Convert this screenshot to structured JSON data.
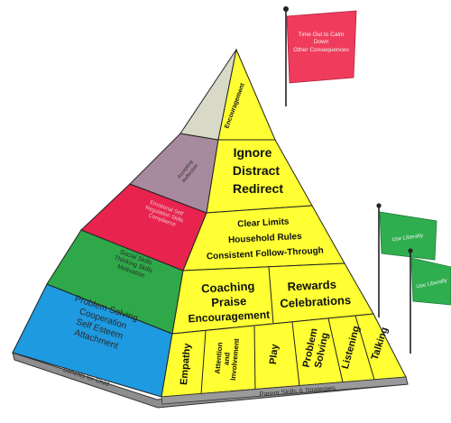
{
  "pyramid": {
    "front": {
      "tier1": {
        "label": "Encouragement"
      },
      "tier2": {
        "line1": "Ignore",
        "line2": "Distract",
        "line3": "Redirect"
      },
      "tier3": {
        "line1": "Clear Limits",
        "line2": "Household Rules",
        "line3": "Consistent Follow-Through"
      },
      "tier4": {
        "left": {
          "line1": "Coaching",
          "line2": "Praise",
          "line3": "Encouragement"
        },
        "right": {
          "line1": "Rewards",
          "line2": "Celebrations"
        }
      },
      "base": {
        "cells": [
          {
            "line1": "Empathy"
          },
          {
            "line1": "Attention",
            "line2": "and",
            "line3": "Involvement"
          },
          {
            "line1": "Play"
          },
          {
            "line1": "Problem",
            "line2": "Solving"
          },
          {
            "line1": "Listening"
          },
          {
            "line1": "Talking"
          }
        ]
      },
      "footer": "Parent Skills & Strategies"
    },
    "side": {
      "tier2": {
        "line1": "Accepting",
        "line2": "Reflection"
      },
      "tier3": {
        "line1": "Emotional Self",
        "line2": "Regulation Skills",
        "line3": "Compliance"
      },
      "tier4": {
        "line1": "Social Skills",
        "line2": "Thinking Skills",
        "line3": "Motivation"
      },
      "tier5": {
        "line1": "Problem Solving",
        "line2": "Cooperation",
        "line3": "Self Esteem",
        "line4": "Attachment"
      },
      "footer": "Benefits for Child"
    }
  },
  "flags": {
    "top": {
      "line1": "Time Out to Calm",
      "line2": "Down",
      "line3": "Other Consequences"
    },
    "middle": {
      "label": "Use Liberally"
    },
    "lower": {
      "label": "Use Liberally"
    }
  },
  "colors": {
    "yellow": "#ffff33",
    "purple": "#a88a9e",
    "red": "#e8234e",
    "green": "#2fa84a",
    "blue": "#1e9ae0",
    "flag_red": "#f03c5c",
    "flag_green": "#2fae50",
    "footer_gray": "#9a9a9a"
  }
}
